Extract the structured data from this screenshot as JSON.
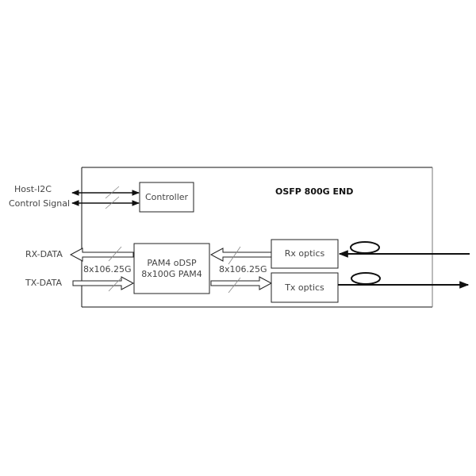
{
  "diagram": {
    "title": "OSFP 800G END",
    "external_signals": {
      "host_i2c": "Host-I2C",
      "control_signal": "Control Signal",
      "rx_data": "RX-DATA",
      "tx_data": "TX-DATA"
    },
    "blocks": {
      "controller": {
        "label": "Controller"
      },
      "dsp": {
        "line1": "PAM4 oDSP",
        "line2": "8x100G PAM4"
      },
      "rx_optics": {
        "label": "Rx optics"
      },
      "tx_optics": {
        "label": "Tx optics"
      }
    },
    "bus_labels": {
      "host_side": "8x106.25G",
      "optics_side": "8x106.25G"
    },
    "colors": {
      "line": "#111111",
      "box_border": "#222222",
      "outer_right_border": "#777777",
      "slash": "#888888",
      "text": "#444444"
    }
  }
}
